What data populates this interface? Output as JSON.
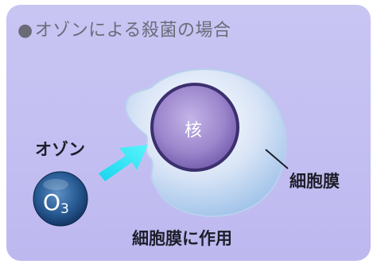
{
  "heading": {
    "bullet": "●",
    "text": "オゾンによる殺菌の場合"
  },
  "labels": {
    "ozone": "オゾン",
    "nucleus": "核",
    "membrane": "細胞膜",
    "action": "細胞膜に作用"
  },
  "ozone_molecule": {
    "symbol": "O",
    "subscript": "3"
  },
  "colors": {
    "background": "#c3bff2",
    "arrow": "#2ff0f7",
    "nucleus": "#9a84cc",
    "membrane": "#a9c9ea",
    "molecule": "#1f4f86"
  }
}
